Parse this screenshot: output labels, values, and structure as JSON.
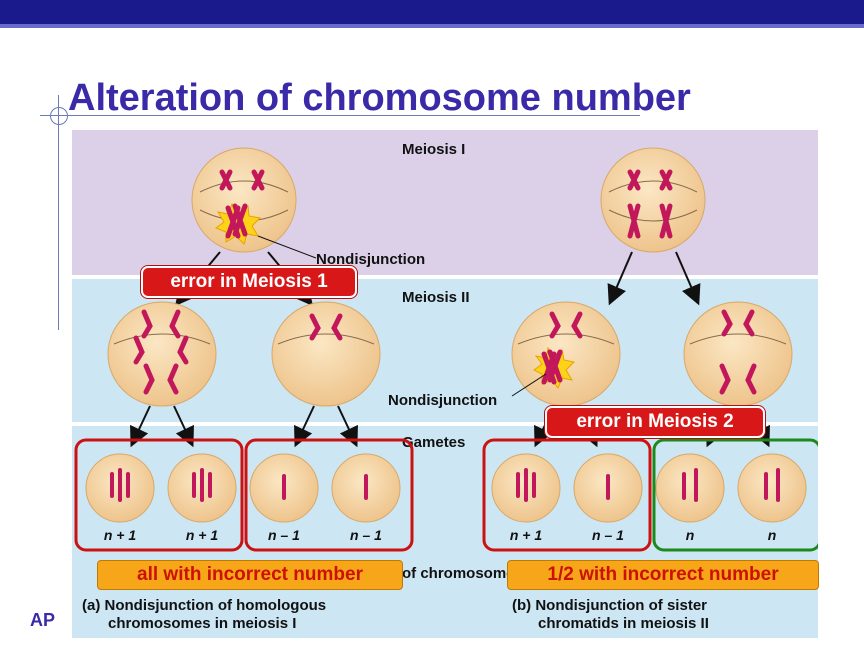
{
  "slide": {
    "title": "Alteration of chromosome number",
    "footer_text": "AP"
  },
  "diagram": {
    "stage_meiosis_1": "Meiosis I",
    "stage_meiosis_2": "Meiosis II",
    "stage_gametes": "Gametes",
    "nondisjunction_label_1": "Nondisjunction",
    "nondisjunction_label_2": "Nondisjunction",
    "hidden_partial_label": "of chromosomes",
    "gamete_labels": [
      "n + 1",
      "n + 1",
      "n – 1",
      "n – 1",
      "n + 1",
      "n – 1",
      "n",
      "n"
    ],
    "caption_a_line1": "(a) Nondisjunction of homologous",
    "caption_a_line2": "chromosomes in meiosis I",
    "caption_b_line1": "(b) Nondisjunction of sister",
    "caption_b_line2": "chromatids in meiosis II",
    "colors": {
      "meiosis1_band": "#dcd0e8",
      "meiosis2_band": "#cce6f4",
      "gamete_band": "#cce6f4",
      "cell_fill": "#f6d8a8",
      "chromosome": "#c2185b",
      "red_box": "#cc1111",
      "green_box": "#1b8a1b"
    }
  },
  "callouts": {
    "error_meiosis_1": "error in Meiosis 1",
    "error_meiosis_2": "error in Meiosis 2",
    "all_incorrect": "all with incorrect number",
    "half_incorrect": "1/2 with incorrect number"
  }
}
